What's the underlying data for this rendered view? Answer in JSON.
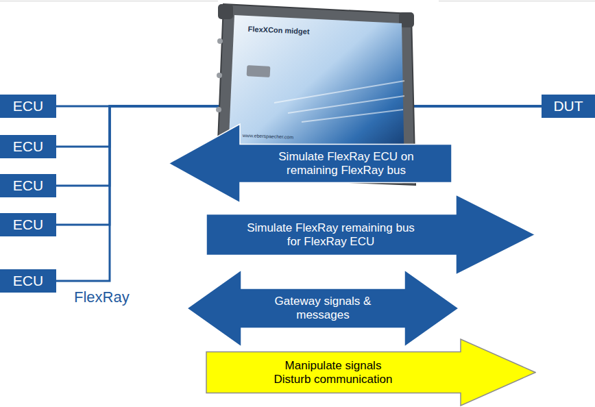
{
  "diagram": {
    "nodes": [
      {
        "text": [
          "ECU"
        ]
      },
      {
        "text": [
          "ECU"
        ]
      },
      {
        "text": [
          "ECU"
        ]
      },
      {
        "text": [
          "ECU"
        ]
      },
      {
        "text": [
          "ECU"
        ]
      },
      {
        "text": [
          "DUT"
        ]
      },
      {
        "text": [
          "Simulate FlexRay ECU on remaining FlexRay bus"
        ]
      },
      {
        "text": [
          "Simulate FlexRay remaining bus for FlexRay ECU"
        ]
      },
      {
        "text": [
          "Gateway signals & messages"
        ]
      },
      {
        "text": [
          "Manipulate signals Disturb communication"
        ]
      }
    ],
    "edges": [
      {
        "from": 0,
        "to": 5,
        "arrow": "none"
      },
      {
        "from": 1,
        "to": 5,
        "arrow": "none"
      },
      {
        "from": 2,
        "to": 5,
        "arrow": "none"
      },
      {
        "from": 3,
        "to": 5,
        "arrow": "none"
      },
      {
        "from": 4,
        "to": 5,
        "arrow": "none"
      }
    ],
    "labels": [
      "FlexXCon midget",
      "www.eberspaecher.com",
      "FlexRay"
    ]
  }
}
